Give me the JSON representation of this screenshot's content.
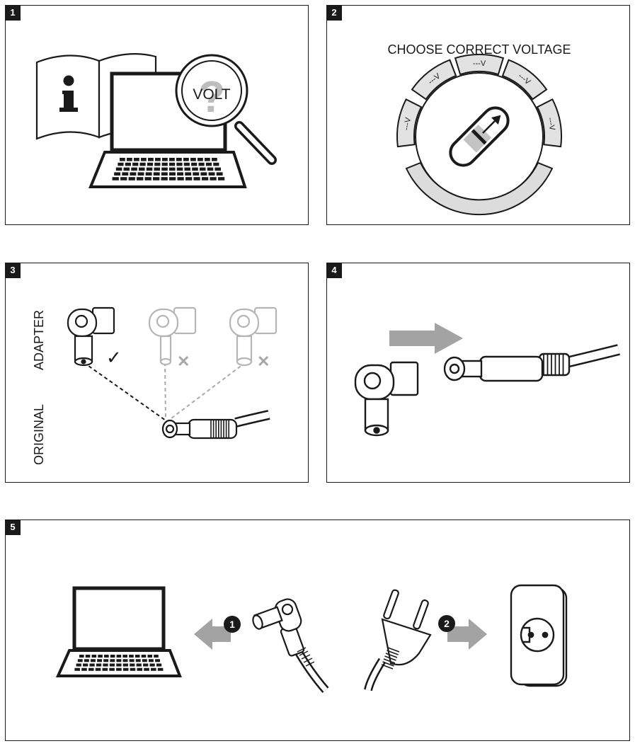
{
  "panels": [
    {
      "number": "1"
    },
    {
      "number": "2"
    },
    {
      "number": "3"
    },
    {
      "number": "4"
    },
    {
      "number": "5"
    }
  ],
  "step1": {
    "magnifier_text": "VOLT",
    "book_symbol": "i",
    "question_mark": "?"
  },
  "step2": {
    "title": "CHOOSE CORRECT VOLTAGE",
    "dial_labels": [
      "---V",
      "---V",
      "---V",
      "---V",
      "---V"
    ]
  },
  "step3": {
    "adapter_label": "ADAPTER",
    "original_label": "ORIGINAL",
    "check_mark": "✓",
    "cross_mark": "✕"
  },
  "step5": {
    "marker_1": "1",
    "marker_2": "2"
  },
  "colors": {
    "line": "#1a1a1a",
    "gray_light": "#d7d7d7",
    "gray_mid": "#a0a0a0",
    "gray_arrow": "#9a9a9a"
  }
}
